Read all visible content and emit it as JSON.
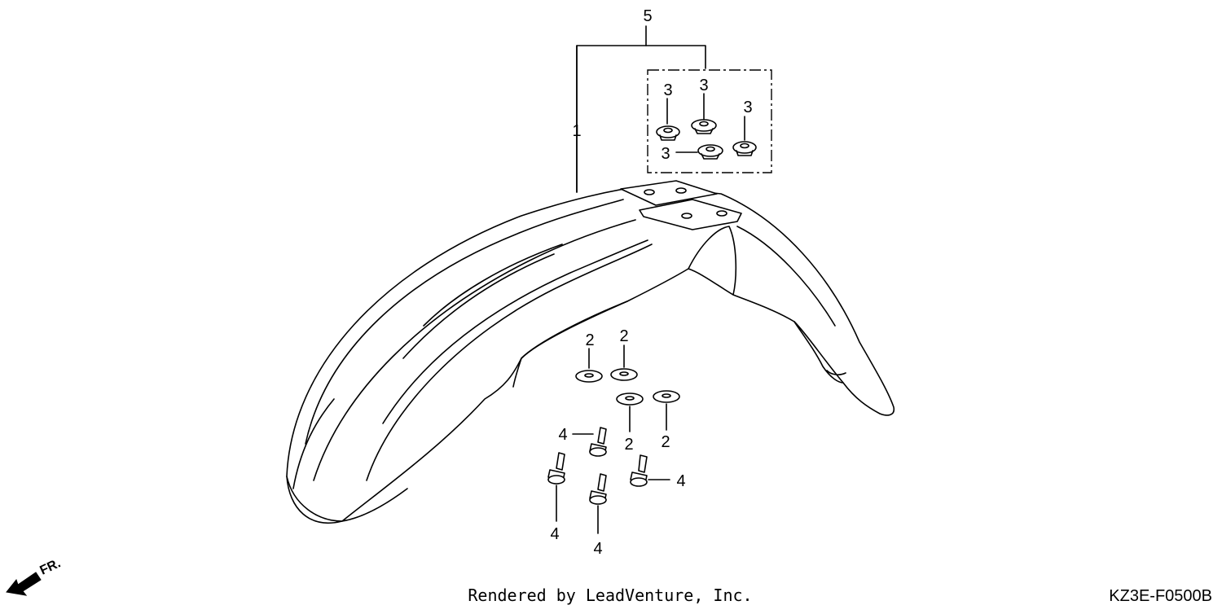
{
  "labels": {
    "assembly": "5",
    "fender": "1",
    "grommet": "3",
    "washer": "2",
    "bolt": "4"
  },
  "direction_marker": "FR.",
  "footer": {
    "credit": "Rendered by LeadVenture, Inc.",
    "diagram_code": "KZ3E-F0500B"
  }
}
